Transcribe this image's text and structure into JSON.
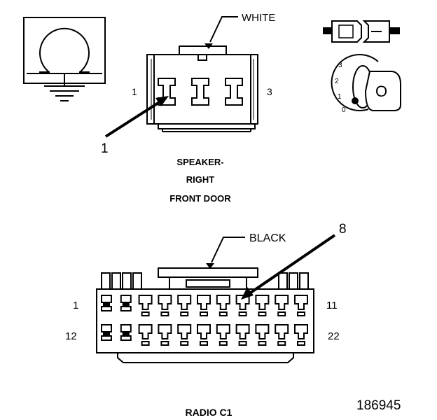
{
  "speaker_connector": {
    "color_label": "WHITE",
    "left_pin_label": "1",
    "right_pin_label": "3",
    "callout_pin": "1",
    "caption_line1": "SPEAKER-",
    "caption_line2": "RIGHT",
    "caption_line3": "FRONT DOOR",
    "cavity_count": 3
  },
  "radio_connector": {
    "color_label": "BLACK",
    "callout_pin": "8",
    "top_left_pin": "1",
    "top_right_pin": "11",
    "bottom_left_pin": "12",
    "bottom_right_pin": "22",
    "caption": "RADIO C1",
    "pins_per_row": 11,
    "rows": 2
  },
  "icons": {
    "ground_symbol": "ground-symbol-icon",
    "inline_connector": "inline-connector-icon",
    "ignition_switch": "ignition-key-icon",
    "ignition_positions": [
      "3",
      "2",
      "1",
      "0"
    ],
    "key_label": "O"
  },
  "figure_number": "186945"
}
